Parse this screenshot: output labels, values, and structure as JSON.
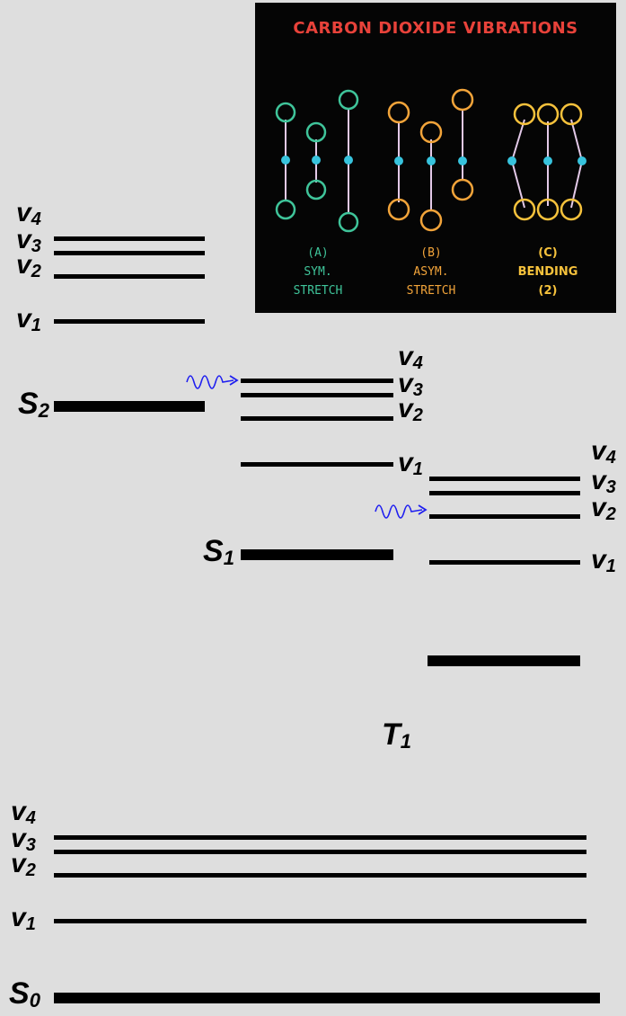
{
  "photo": {
    "title": "CARBON DIOXIDE VIBRATIONS",
    "colors": {
      "title": "#e8423a",
      "sym": "#3fc49a",
      "asym": "#f2a43a",
      "bend": "#f6c23c",
      "bond": "#e3c9e8",
      "carbon": "#37c3dd"
    },
    "modes": [
      {
        "letter": "(A)",
        "line1": "SYM.",
        "line2": "STRETCH"
      },
      {
        "letter": "(B)",
        "line1": "ASYM.",
        "line2": "STRETCH"
      },
      {
        "letter": "(C)",
        "line1": "BENDING",
        "line2": "(2)"
      }
    ]
  },
  "states": {
    "s2": {
      "name": "S",
      "sub": "2"
    },
    "s1": {
      "name": "S",
      "sub": "1"
    },
    "t1": {
      "name": "T",
      "sub": "1"
    },
    "s0": {
      "name": "S",
      "sub": "0"
    }
  },
  "vib": {
    "v": "v",
    "n1": "1",
    "n2": "2",
    "n3": "3",
    "n4": "4"
  },
  "arrow_color": "#1f1ff0"
}
